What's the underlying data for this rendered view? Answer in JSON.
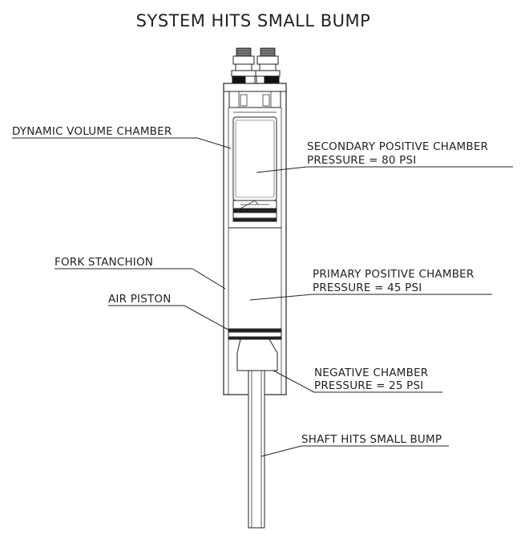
{
  "title": "SYSTEM HITS SMALL BUMP",
  "labels": {
    "dynamic_volume": "DYNAMIC VOLUME CHAMBER",
    "secondary_line1": "SECONDARY POSITIVE CHAMBER",
    "secondary_line2": "PRESSURE = 80 PSI",
    "fork_stanchion": "FORK STANCHION",
    "primary_line1": "PRIMARY POSITIVE CHAMBER",
    "primary_line2": "PRESSURE = 45 PSI",
    "air_piston": "AIR PISTON",
    "negative_line1": "NEGATIVE CHAMBER",
    "negative_line2": "PRESSURE = 25 PSI",
    "shaft": "SHAFT HITS SMALL BUMP"
  }
}
